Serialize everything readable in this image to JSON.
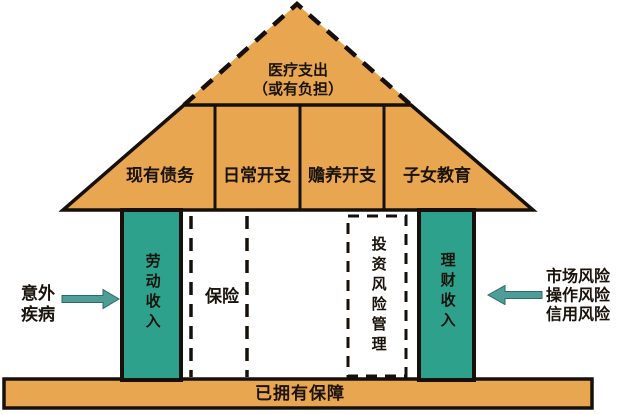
{
  "colors": {
    "roof": "#E9A651",
    "pillar": "#2EA18C",
    "arrow": "#4E9D98",
    "outline": "#17100A",
    "text": "#1A130B",
    "bg": "#FFFFFF"
  },
  "diagram": {
    "attic": {
      "line1": "医疗支出",
      "line2": "（或有负担）"
    },
    "roof_sections": [
      {
        "label": "现有债务"
      },
      {
        "label": "日常开支"
      },
      {
        "label": "赡养开支"
      },
      {
        "label": "子女教育"
      }
    ],
    "pillars": {
      "left": "劳动收入",
      "right": "理财收入"
    },
    "insurance_label": "保险",
    "investment_label": "投资风险管理",
    "base_label": "已拥有保障",
    "left_annotation": {
      "lines": [
        "意外",
        "疾病"
      ]
    },
    "right_annotation": {
      "lines": [
        "市场风险",
        "操作风险",
        "信用风险"
      ]
    }
  }
}
